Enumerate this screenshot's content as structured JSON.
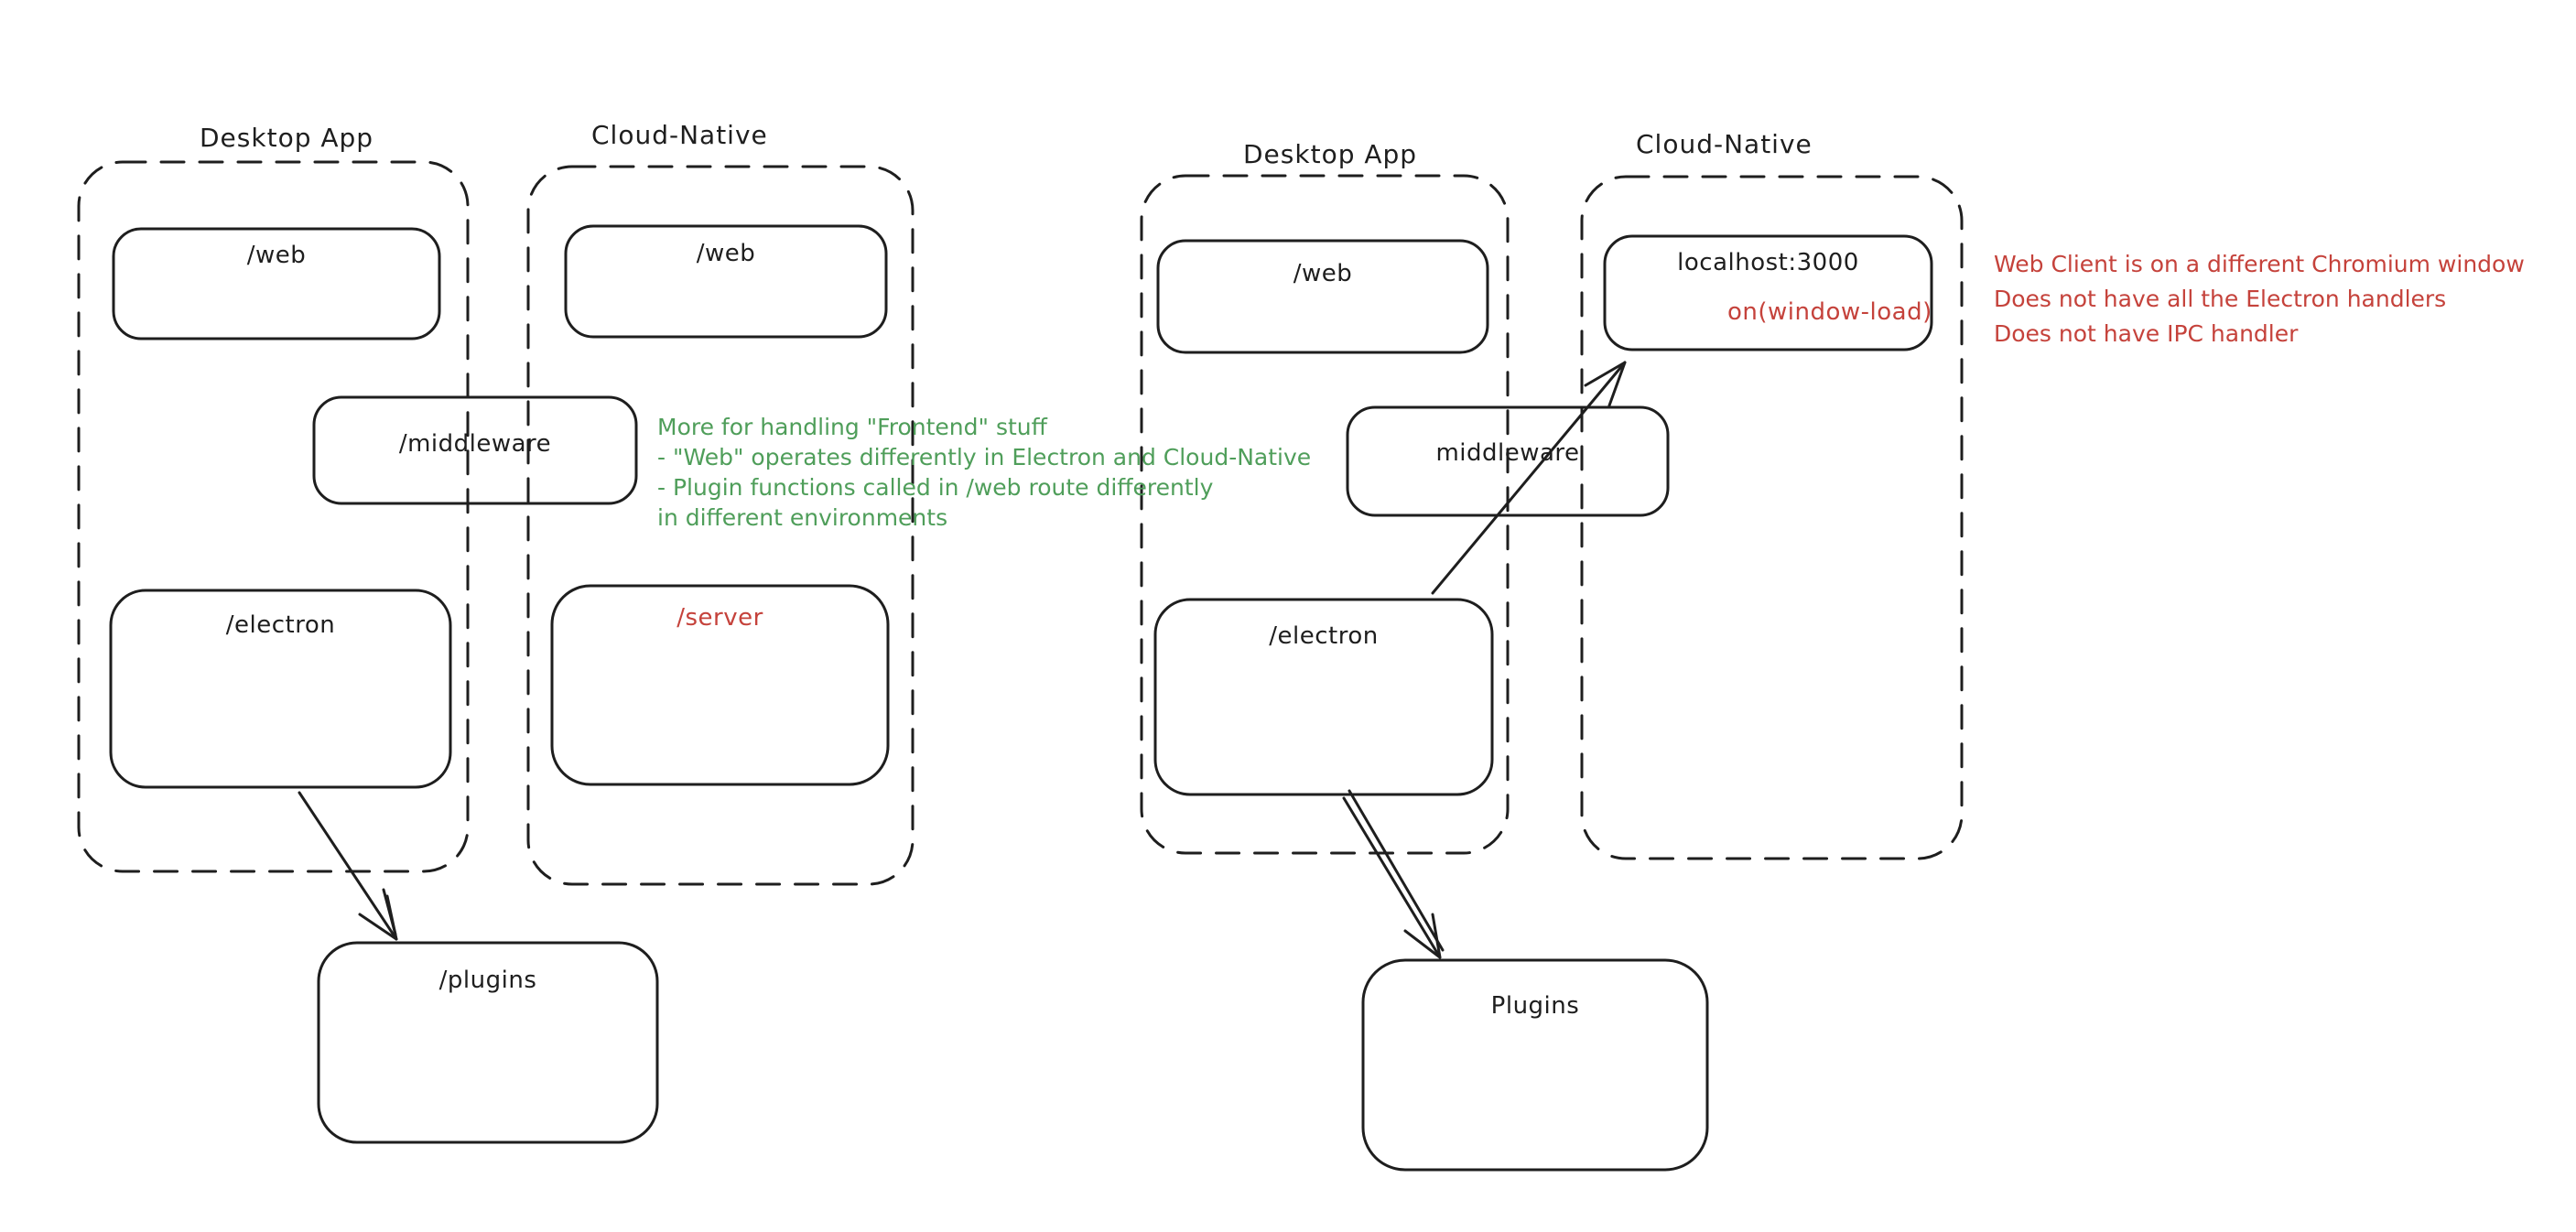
{
  "colors": {
    "ink": "#1e1e1e",
    "green": "#4f9e5a",
    "red": "#c5423b",
    "background": "#ffffff"
  },
  "left": {
    "desktop_label": "Desktop App",
    "cloud_label": "Cloud-Native",
    "web_desktop_label": "/web",
    "web_cloud_label": "/web",
    "middleware_label": "/middleware",
    "electron_label": "/electron",
    "server_label": "/server",
    "plugins_label": "/plugins",
    "note_lines": [
      "More for handling \"Frontend\" stuff",
      "- \"Web\" operates differently in Electron and Cloud-Native",
      "- Plugin functions called in /web route differently",
      "in different environments"
    ]
  },
  "right": {
    "desktop_label": "Desktop App",
    "cloud_label": "Cloud-Native",
    "web_label": "/web",
    "middleware_label": "middleware",
    "electron_label": "/electron",
    "localhost_label": "localhost:3000",
    "window_load_label": "on(window-load)",
    "plugins_label": "Plugins",
    "note_lines": [
      "Web Client is on a different Chromium window",
      "Does not have all the Electron handlers",
      "Does not have IPC handler"
    ]
  }
}
